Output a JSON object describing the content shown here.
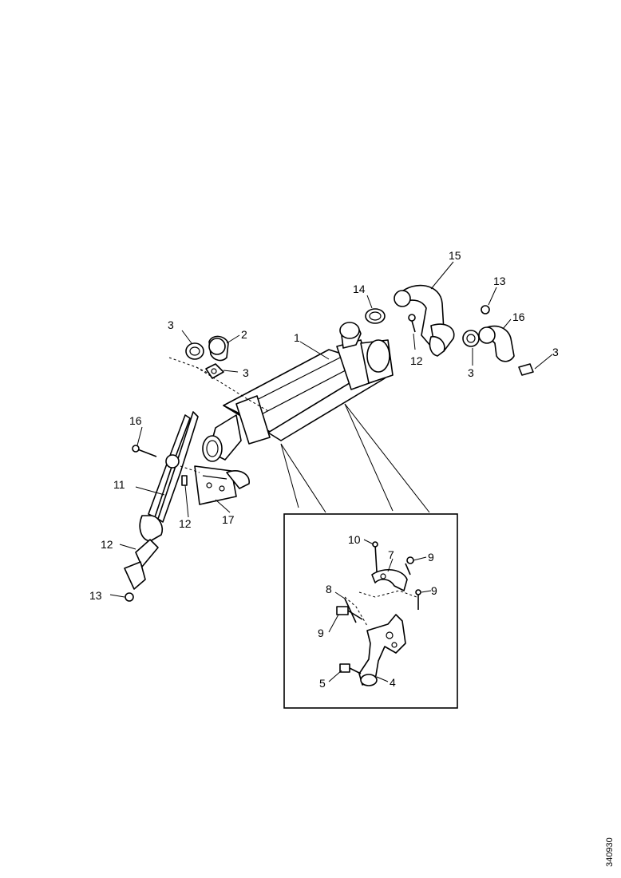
{
  "callouts": {
    "c1": "1",
    "c2": "2",
    "c3a": "3",
    "c3b": "3",
    "c3c": "3",
    "c3d": "3",
    "c4": "4",
    "c5": "5",
    "c7": "7",
    "c8": "8",
    "c9a": "9",
    "c9b": "9",
    "c9c": "9",
    "c10": "10",
    "c11": "11",
    "c12a": "12",
    "c12b": "12",
    "c12c": "12",
    "c13a": "13",
    "c13b": "13",
    "c14": "14",
    "c15": "15",
    "c16a": "16",
    "c16b": "16",
    "c17": "17"
  },
  "reference_code": "340930"
}
